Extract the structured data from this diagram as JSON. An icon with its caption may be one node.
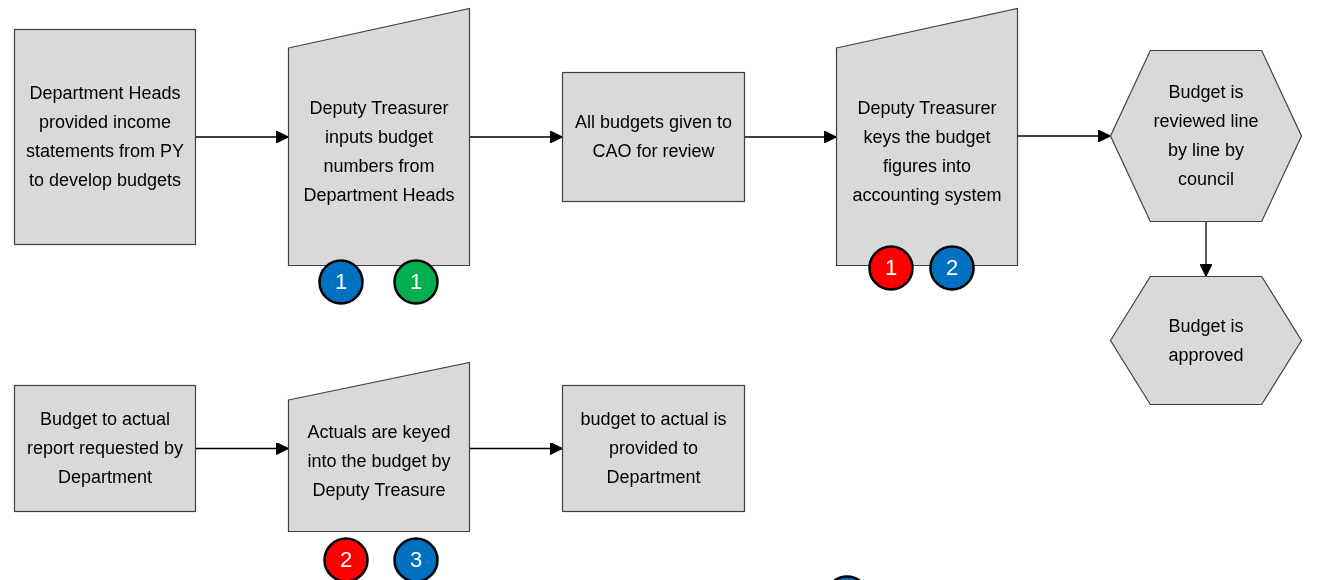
{
  "diagram": {
    "nodes": [
      {
        "text": [
          "Department Heads provided income statements from PY to develop budgets"
        ]
      },
      {
        "text": [
          "Deputy Treasurer inputs budget numbers from Department Heads"
        ]
      },
      {
        "text": [
          "All budgets given to CAO for review"
        ]
      },
      {
        "text": [
          "Deputy Treasurer keys the budget figures into accounting system"
        ]
      },
      {
        "text": [
          "Budget is reviewed line by line by council"
        ]
      },
      {
        "text": [
          "Budget is approved"
        ]
      },
      {
        "text": [
          "Budget to actual report requested by Department"
        ]
      },
      {
        "text": [
          "Actuals are keyed into the budget by Deputy Treasure"
        ]
      },
      {
        "text": [
          "budget to actual is provided to Department"
        ]
      },
      {
        "text": [
          "1"
        ]
      },
      {
        "text": [
          "1"
        ]
      },
      {
        "text": [
          "1"
        ]
      },
      {
        "text": [
          "2"
        ]
      },
      {
        "text": [
          "2"
        ]
      },
      {
        "text": [
          "3"
        ]
      },
      {
        "text": [],
        "shape": "circle"
      }
    ],
    "edges": [
      {
        "from": 0,
        "to": 1,
        "arrow": "to"
      },
      {
        "from": 1,
        "to": 2,
        "arrow": "to"
      },
      {
        "from": 2,
        "to": 3,
        "arrow": "to"
      },
      {
        "from": 3,
        "to": 4,
        "arrow": "to"
      },
      {
        "from": 4,
        "to": 5,
        "arrow": "to"
      },
      {
        "from": 6,
        "to": 7,
        "arrow": "to"
      },
      {
        "from": 7,
        "to": 8,
        "arrow": "to"
      }
    ]
  }
}
